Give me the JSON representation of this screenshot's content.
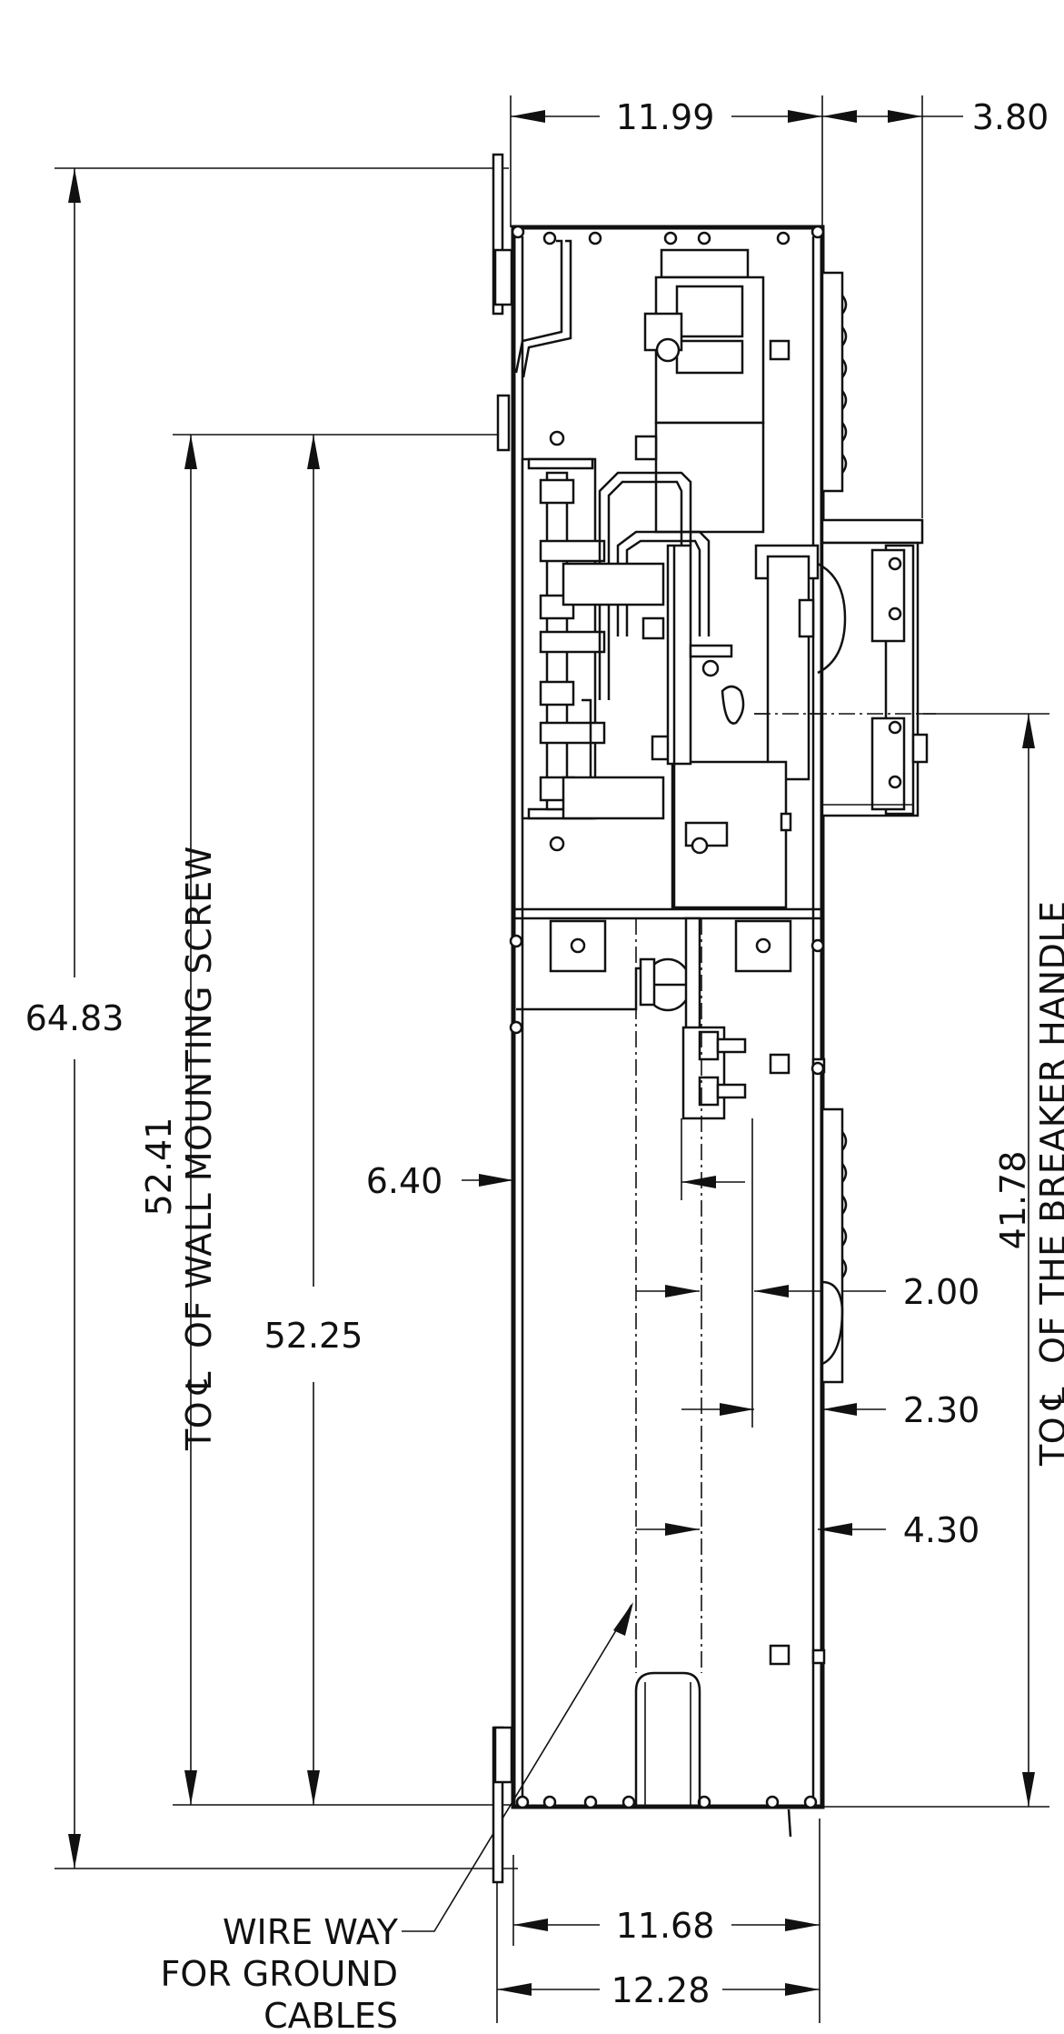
{
  "dimensions": {
    "top_width": "11.99",
    "top_right": "3.80",
    "overall_height": "64.83",
    "wall_screw_a": "52.41",
    "wall_screw_b": "52.25",
    "left_offset": "6.40",
    "right_a": "2.00",
    "right_b": "2.30",
    "right_c": "4.30",
    "breaker_height": "41.78",
    "bottom_inner": "11.68",
    "bottom_outer": "12.28"
  },
  "labels": {
    "wall_screw_prefix": "TO",
    "wall_screw_suffix": "OF WALL MOUNTING SCREW",
    "breaker_prefix": "TO",
    "breaker_suffix": "OF THE BREAKER HANDLE",
    "centerline_symbol": "℄",
    "wire_way_line1": "WIRE WAY",
    "wire_way_line2": "FOR GROUND",
    "wire_way_line3": "CABLES"
  }
}
